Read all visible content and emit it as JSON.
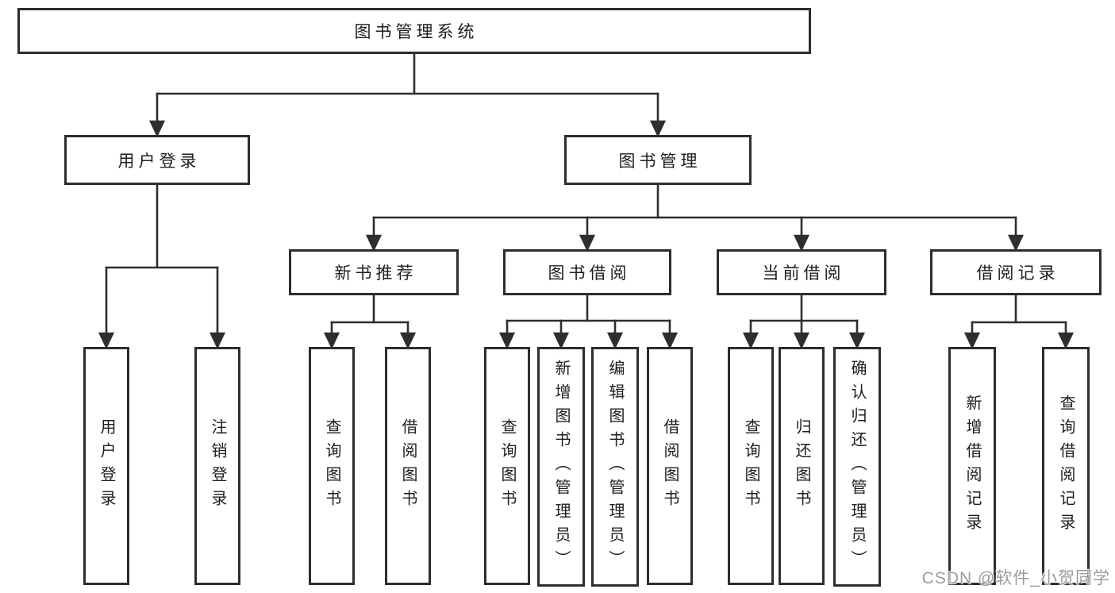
{
  "tree": {
    "root": {
      "label": "图书管理系统",
      "children": [
        {
          "label": "用户登录",
          "children": [
            {
              "label": "用户登录"
            },
            {
              "label": "注销登录"
            }
          ]
        },
        {
          "label": "图书管理",
          "children": [
            {
              "label": "新书推荐",
              "children": [
                {
                  "label": "查询图书"
                },
                {
                  "label": "借阅图书"
                }
              ]
            },
            {
              "label": "图书借阅",
              "children": [
                {
                  "label": "查询图书"
                },
                {
                  "label": "新增图书（管理员）"
                },
                {
                  "label": "编辑图书（管理员）"
                },
                {
                  "label": "借阅图书"
                }
              ]
            },
            {
              "label": "当前借阅",
              "children": [
                {
                  "label": "查询图书"
                },
                {
                  "label": "归还图书"
                },
                {
                  "label": "确认归还（管理员）"
                }
              ]
            },
            {
              "label": "借阅记录",
              "children": [
                {
                  "label": "新增借阅记录"
                },
                {
                  "label": "查询借阅记录"
                }
              ]
            }
          ]
        }
      ]
    }
  },
  "watermark": {
    "text": "CSDN @软件_小贺同学"
  },
  "colors": {
    "background": "#ffffff",
    "box_border": "#2d2d2d",
    "connector_line": "#2e2e2e",
    "text": "#1e1e1e",
    "watermark": "#9b9ba1"
  }
}
